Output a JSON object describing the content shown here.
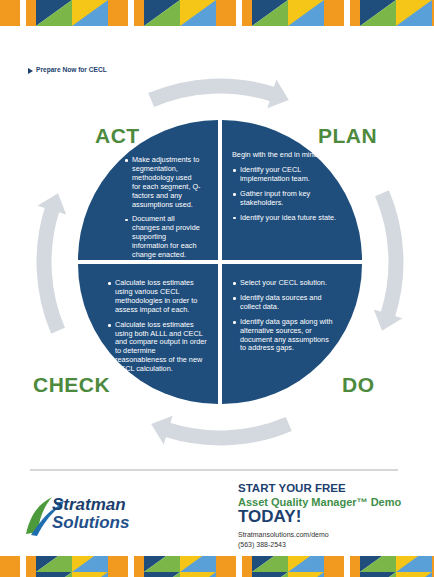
{
  "diagram": {
    "title": "Prepare Now for CECL",
    "nodes": [
      {
        "text": [
          "ACT",
          "Make adjustments to segmentation, methodology used for each segment, Q-factors and any assumptions used.",
          "Document all changes and provide supporting information for each change enacted."
        ]
      },
      {
        "text": [
          "PLAN",
          "Begin with the end in mind:",
          "Identify your CECL implementation team.",
          "Gather input from key stakeholders.",
          "Identify your idea future state."
        ]
      },
      {
        "text": [
          "CHECK",
          "Calculate loss estimates using various CECL methodologies in order to assess impact of each.",
          "Calculate loss estimates using both ALLL and CECL and compare output in order to determine reasonableness of the new CECL calculation."
        ]
      },
      {
        "text": [
          "DO",
          "Select your CECL solution.",
          "Identify data sources and collect data.",
          "Identify data gaps along with alternative sources, or document any assumptions to address gaps."
        ]
      }
    ],
    "edges": [
      {
        "from": 1,
        "to": 3,
        "arrow": "to"
      },
      {
        "from": 3,
        "to": 2,
        "arrow": "to"
      },
      {
        "from": 2,
        "to": 0,
        "arrow": "to"
      },
      {
        "from": 0,
        "to": 1,
        "arrow": "to"
      }
    ],
    "labels": [
      "START YOUR FREE",
      "Asset Quality Manager™ Demo",
      "TODAY!",
      "Stratmansolutions.com/demo",
      "(563) 388-2543",
      "Stratman",
      "Solutions"
    ]
  }
}
